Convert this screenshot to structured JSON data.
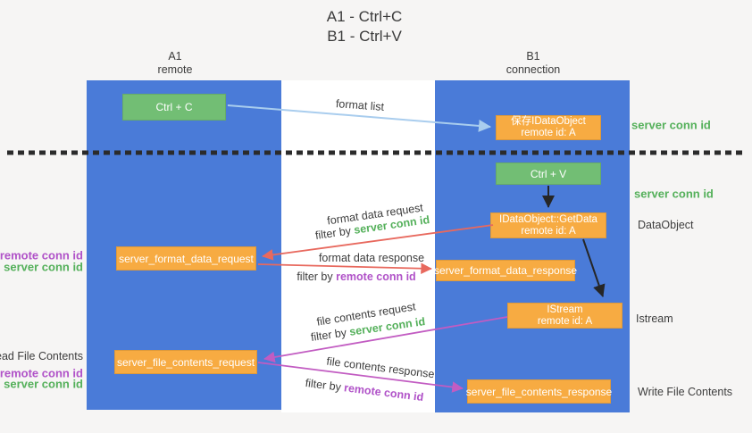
{
  "title": {
    "line1": "A1 - Ctrl+C",
    "line2": "B1 - Ctrl+V"
  },
  "lanes": {
    "left": {
      "name": "A1",
      "role": "remote"
    },
    "right": {
      "name": "B1",
      "role": "connection"
    }
  },
  "boxes": {
    "ctrl_c": {
      "label": "Ctrl + C"
    },
    "ctrl_v": {
      "label": "Ctrl + V"
    },
    "save_dataobject": {
      "line1": "保存IDataObject",
      "line2": "remote id: A"
    },
    "getdata": {
      "line1": "IDataObject::GetData",
      "line2": "remote id: A"
    },
    "istream": {
      "line1": "IStream",
      "line2": "remote id: A"
    },
    "server_format_data_request": {
      "label": "server_format_data_request"
    },
    "server_format_data_response": {
      "label": "server_format_data_response"
    },
    "server_file_contents_request": {
      "label": "server_file_contents_request"
    },
    "server_file_contents_response": {
      "label": "server_file_contents_response"
    }
  },
  "flow_labels": {
    "format_list": "format list",
    "format_data_request": "format data request",
    "format_data_request_filter_prefix": "filter by ",
    "format_data_request_filter_key": "server conn id",
    "format_data_response": "format data response",
    "format_data_response_filter_prefix": "filter by ",
    "format_data_response_filter_key": "remote conn id",
    "file_contents_request": "file contents request",
    "file_contents_request_filter_prefix": "filter by ",
    "file_contents_request_filter_key": "server conn id",
    "file_contents_response": "file contents response",
    "file_contents_response_filter_prefix": "filter by ",
    "file_contents_response_filter_key": "remote conn id"
  },
  "side_labels": {
    "right_server_conn_id_top": "server conn id",
    "right_server_conn_id_mid": "server conn id",
    "right_dataobject": "DataObject",
    "right_istream": "Istream",
    "right_write_file_contents": "Write File Contents",
    "left_remote_conn_id_top": "remote conn id",
    "left_server_conn_id_top": "server conn id",
    "left_read_file_contents": "Read File Contents",
    "left_remote_conn_id_bottom": "remote conn id",
    "left_server_conn_id_bottom": "server conn id"
  },
  "colors": {
    "lane_blue": "#4a7bd8",
    "box_orange": "#f7ab42",
    "box_green": "#72be74",
    "label_green": "#54b05a",
    "label_purple": "#b052c8",
    "arrow_red": "#e8695e",
    "arrow_magenta": "#c25cc2",
    "arrow_blue": "#a9cdee",
    "arrow_black": "#262626",
    "text_dark": "#3d3d3d"
  }
}
